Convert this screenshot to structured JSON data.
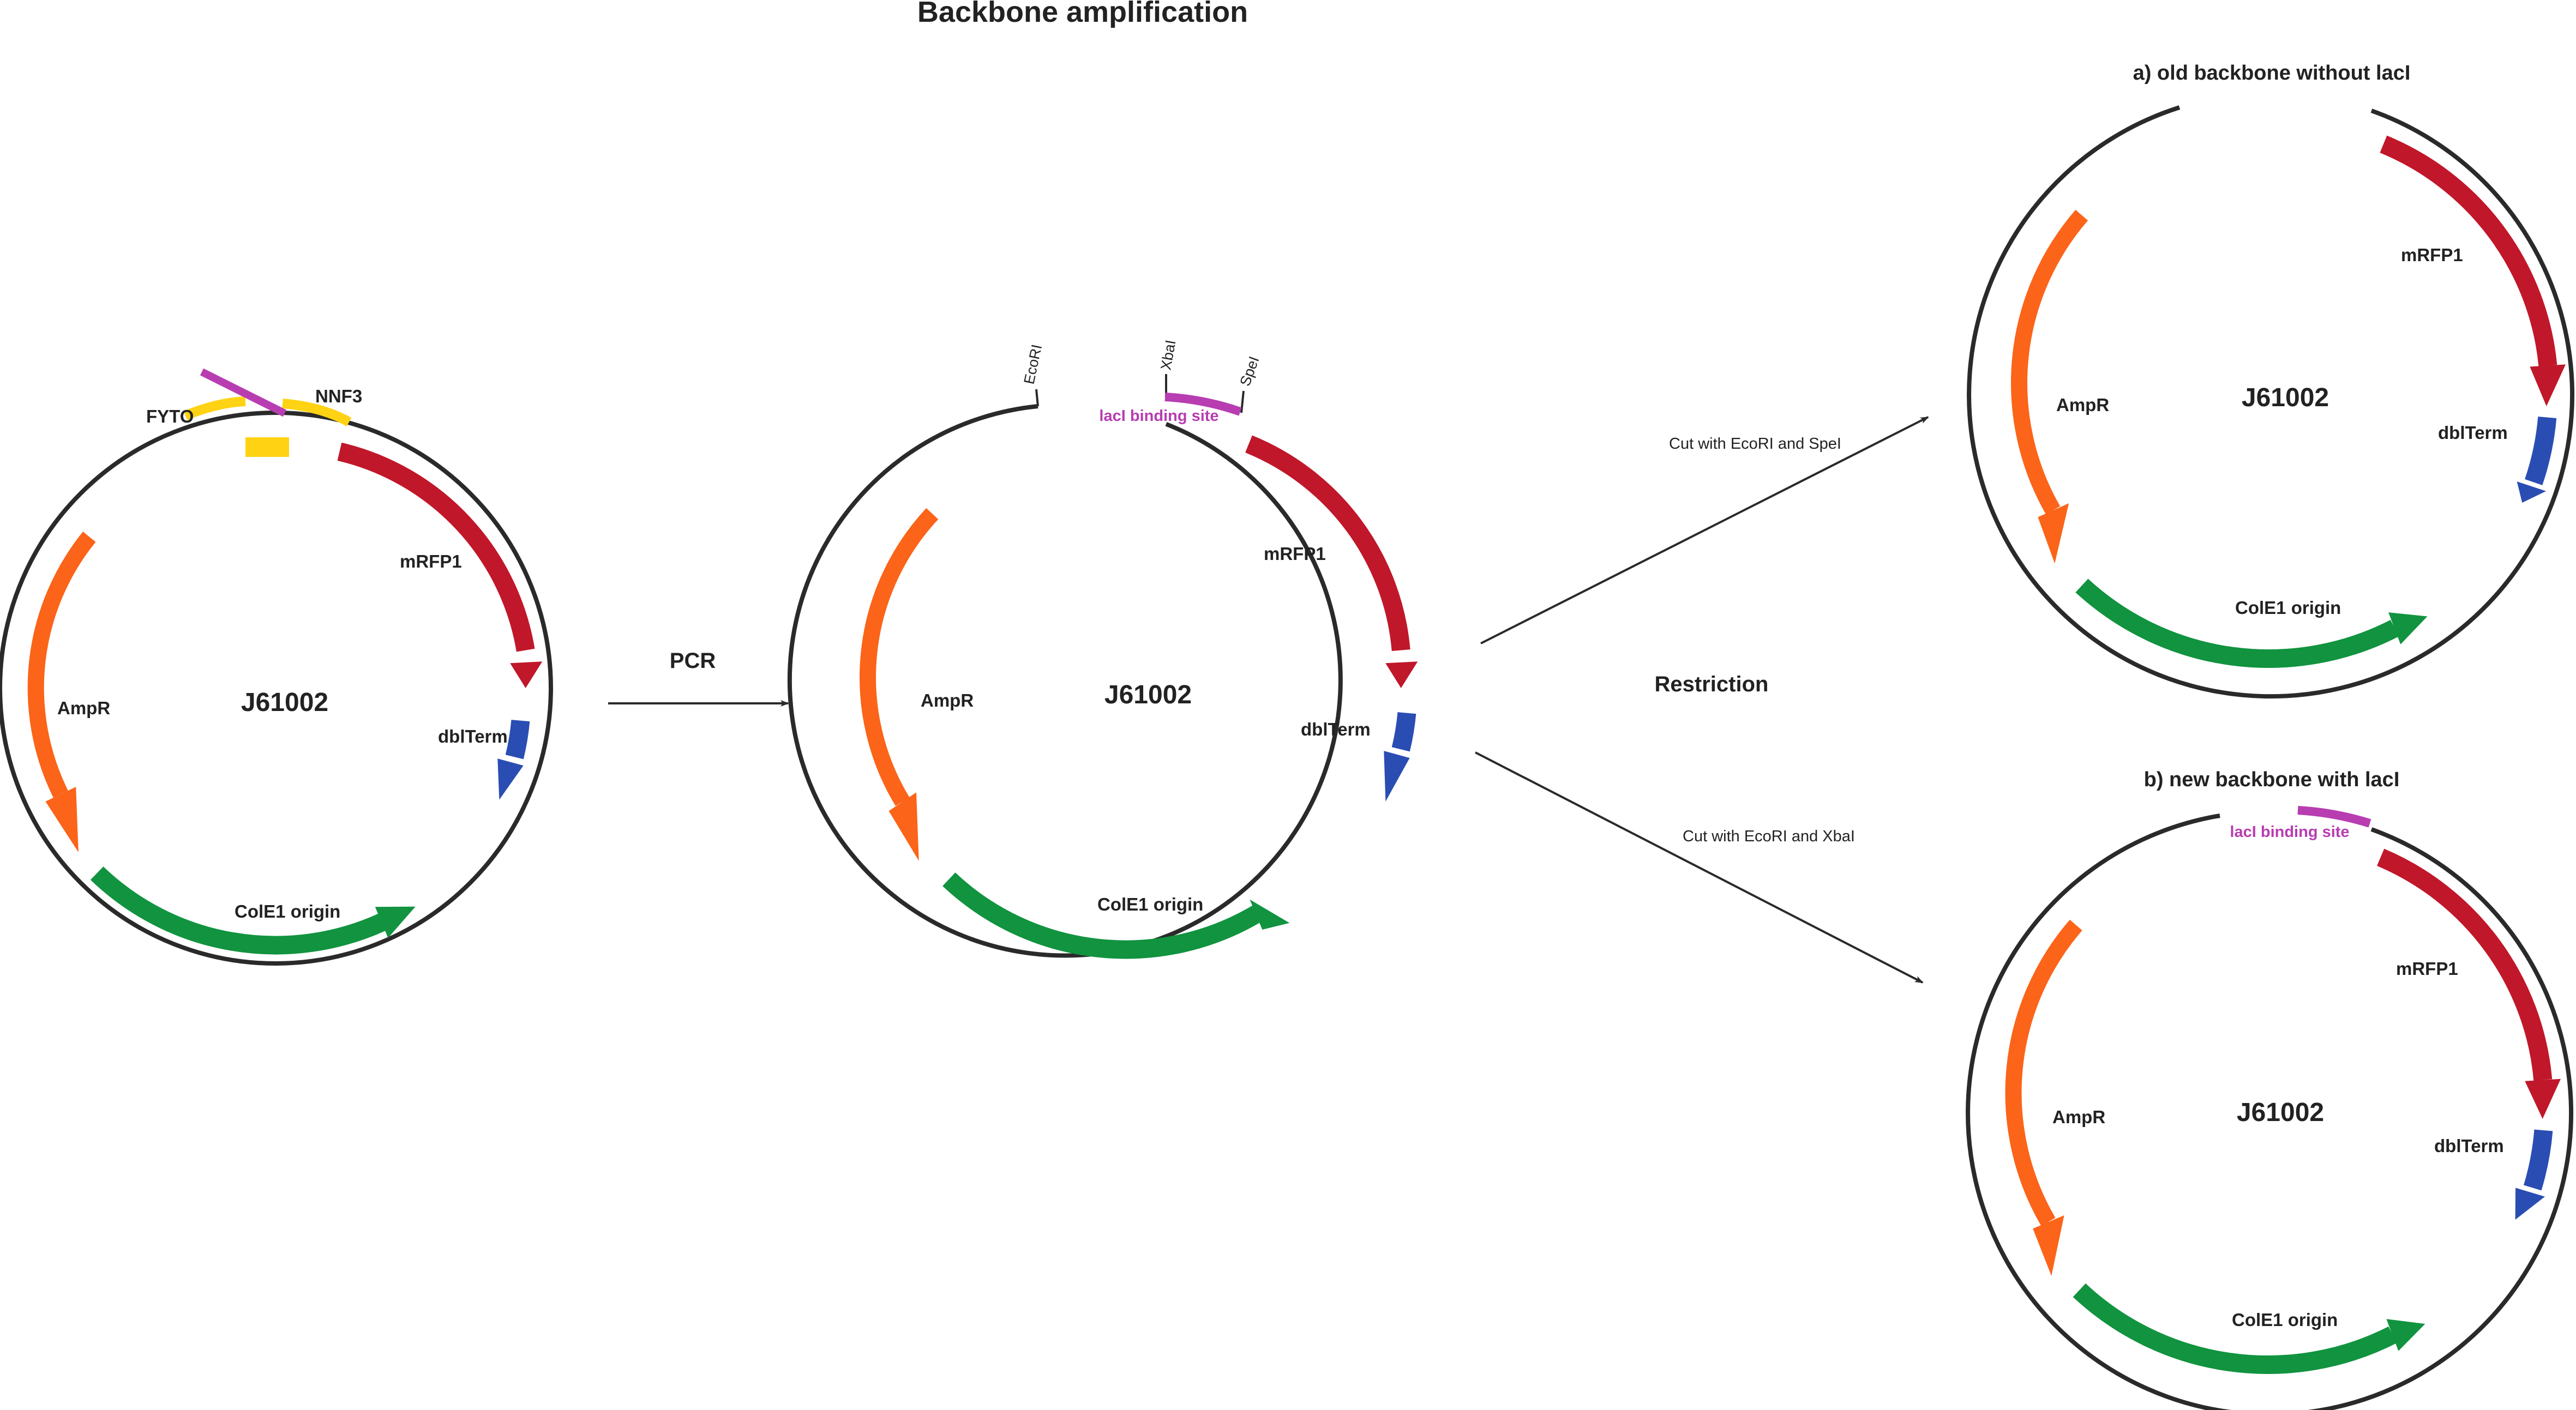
{
  "title": "Backbone amplification",
  "colors": {
    "mrfp1": "#c0172a",
    "dblterm": "#2a4db3",
    "cole1": "#11933f",
    "ampr": "#fb6419",
    "lacI": "#b73db1",
    "primer": "#ffd313",
    "line": "#2a2a2a"
  },
  "plasmid1": {
    "name": "J61002",
    "mrfp1": "mRFP1",
    "dblterm": "dblTerm",
    "cole1": "ColE1 origin",
    "ampr": "AmpR",
    "primer_left": "FYTO",
    "primer_right": "NNF3"
  },
  "step_pcr": "PCR",
  "plasmid2": {
    "name": "J61002",
    "mrfp1": "mRFP1",
    "dblterm": "dblTerm",
    "cole1": "ColE1 origin",
    "ampr": "AmpR",
    "lacI_site": "lacI binding site",
    "site_ecori": "EcoRI",
    "site_xbai": "XbaI",
    "site_spei": "SpeI"
  },
  "step_restriction": "Restriction",
  "cut_spei": "Cut with EcoRI and SpeI",
  "cut_xbai": "Cut with EcoRI and XbaI",
  "plasmid_a": {
    "heading": "a) old backbone without lacI",
    "name": "J61002",
    "mrfp1": "mRFP1",
    "dblterm": "dblTerm",
    "cole1": "ColE1 origin",
    "ampr": "AmpR"
  },
  "plasmid_b": {
    "heading": "b) new backbone with lacI",
    "name": "J61002",
    "mrfp1": "mRFP1",
    "dblterm": "dblTerm",
    "cole1": "ColE1 origin",
    "ampr": "AmpR",
    "lacI_site": "lacI binding site"
  }
}
